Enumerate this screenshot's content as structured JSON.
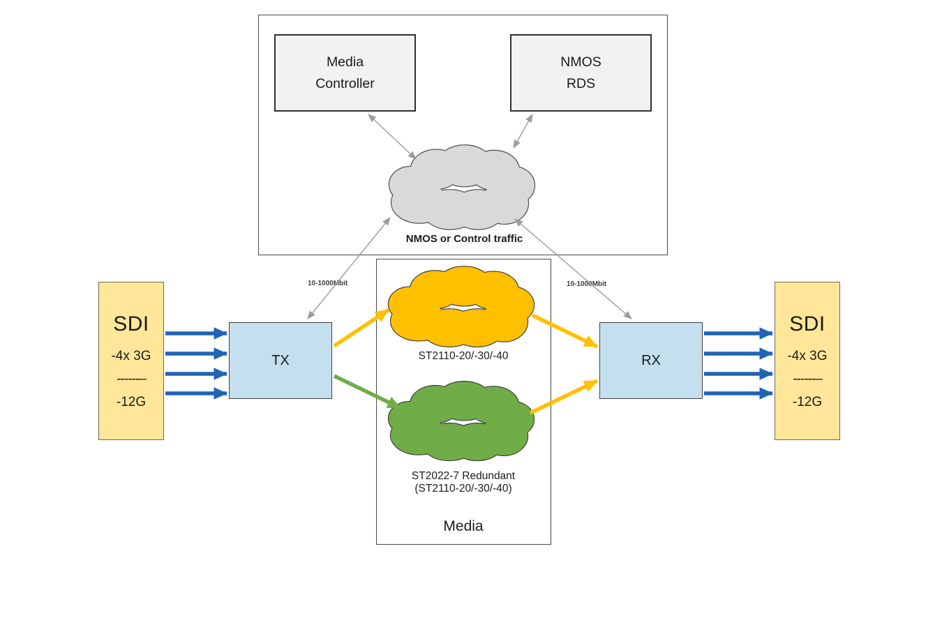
{
  "diagram": {
    "control": {
      "media_controller_line1": "Media",
      "media_controller_line2": "Controller",
      "nmos_rds_line1": "NMOS",
      "nmos_rds_line2": "RDS",
      "cloud_label": "NMOS or Control traffic"
    },
    "left_sdi": {
      "title": "SDI",
      "line1": "-4x 3G",
      "separator": "------–",
      "line2": "-12G"
    },
    "right_sdi": {
      "title": "SDI",
      "line1": "-4x 3G",
      "separator": "------–",
      "line2": "-12G"
    },
    "tx_label": "TX",
    "rx_label": "RX",
    "bandwidth_left": "10-1000Mbit",
    "bandwidth_right": "10-1000Mbit",
    "media": {
      "primary_cloud_label": "ST2110-20/-30/-40",
      "redundant_cloud_label1": "ST2022-7 Redundant",
      "redundant_cloud_label2": "(ST2110-20/-30/-40)",
      "box_label": "Media"
    }
  },
  "colors": {
    "arrow_blue": "#2065B5",
    "media_orange": "#FFC000",
    "media_green": "#70AD47",
    "cloud_gray_fill": "#D9D9D9",
    "cloud_gray_stroke": "#4D4D4D",
    "cloud_dark_stroke": "#3F3F3F",
    "connector_gray": "#9C9C9C",
    "panel_gray_fill": "#F2F2F2",
    "sdi_fill": "#FFE699",
    "txrx_fill": "#C4DFEE"
  }
}
